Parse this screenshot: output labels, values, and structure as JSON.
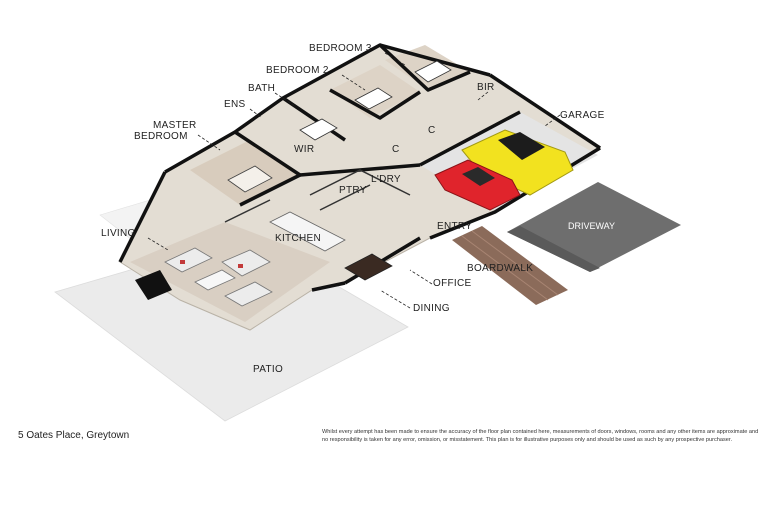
{
  "rooms": {
    "bedroom3": "BEDROOM 3",
    "bedroom2": "BEDROOM 2",
    "bath": "BATH",
    "ens": "ENS",
    "master_bedroom_line1": "MASTER",
    "master_bedroom_line2": "BEDROOM",
    "bir": "BIR",
    "wir": "WIR",
    "garage": "GARAGE",
    "c1": "C",
    "c2": "C",
    "ldry": "L'DRY",
    "ptry": "PTRY",
    "living": "LIVING",
    "kitchen": "KITCHEN",
    "entry": "ENTRY",
    "driveway": "DRIVEWAY",
    "boardwalk": "BOARDWALK",
    "office": "OFFICE",
    "dining": "DINING",
    "patio": "PATIO"
  },
  "footer": {
    "address": "5 Oates Place, Greytown",
    "disclaimer": "Whilst every attempt has been made to ensure the accuracy of the floor plan contained here, measurements of doors, windows, rooms and any other items are approximate and no responsibility is taken for any error, omission, or misstatement. This plan is for illustrative purposes only and should be used as such by any prospective purchaser."
  },
  "colors": {
    "car_yellow": "#f2e21f",
    "car_red": "#e0242c",
    "wall": "#111111",
    "floor": "#dcd4c8",
    "patio": "#ececec",
    "driveway": "#6d6d6d",
    "boardwalk": "#8a6a58"
  }
}
